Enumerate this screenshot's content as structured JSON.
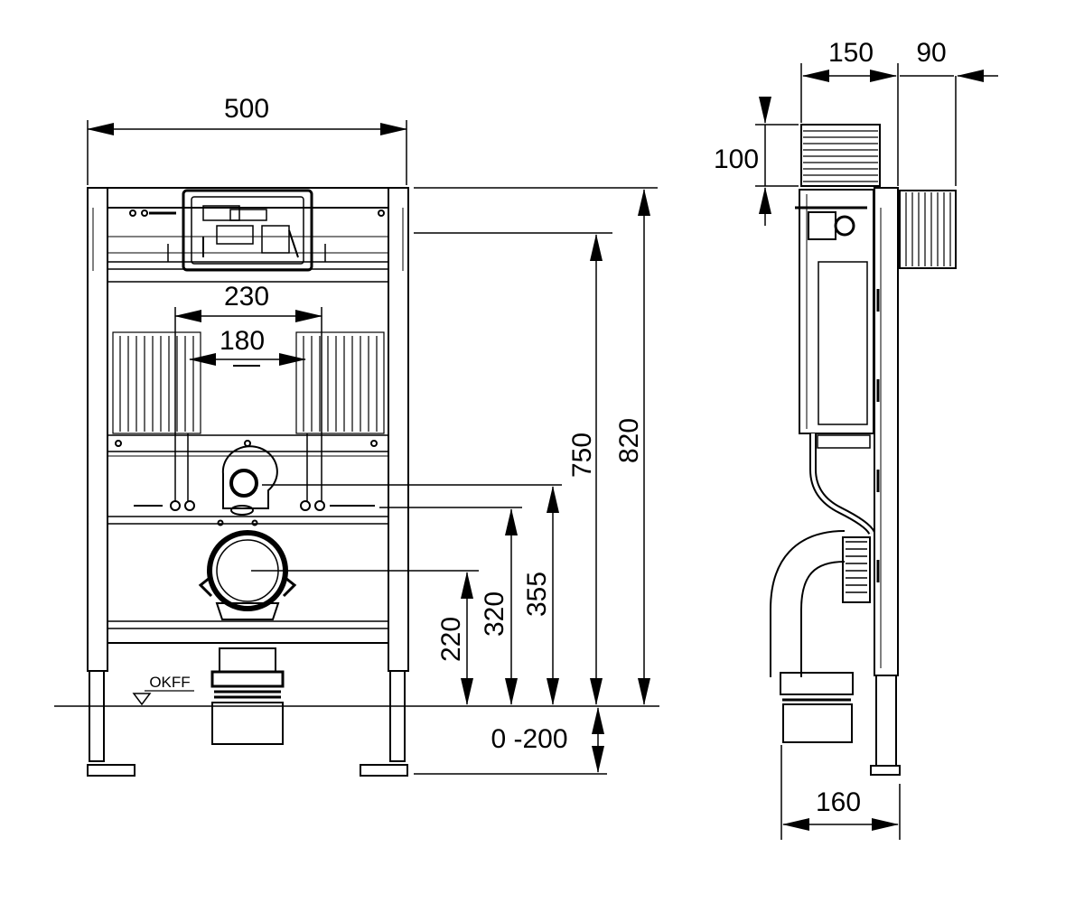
{
  "front_view": {
    "width_label": "500",
    "inner_width_label": "230",
    "center_spacing_label": "180",
    "height_820_label": "820",
    "height_750_label": "750",
    "height_355_label": "355",
    "height_320_label": "320",
    "height_220_label": "220",
    "adjust_label": "0 -200",
    "floor_mark_label": "OKFF"
  },
  "side_view": {
    "depth_150_label": "150",
    "depth_90_label": "90",
    "height_100_label": "100",
    "base_160_label": "160"
  },
  "colors": {
    "line": "#000000",
    "paper": "#ffffff"
  }
}
